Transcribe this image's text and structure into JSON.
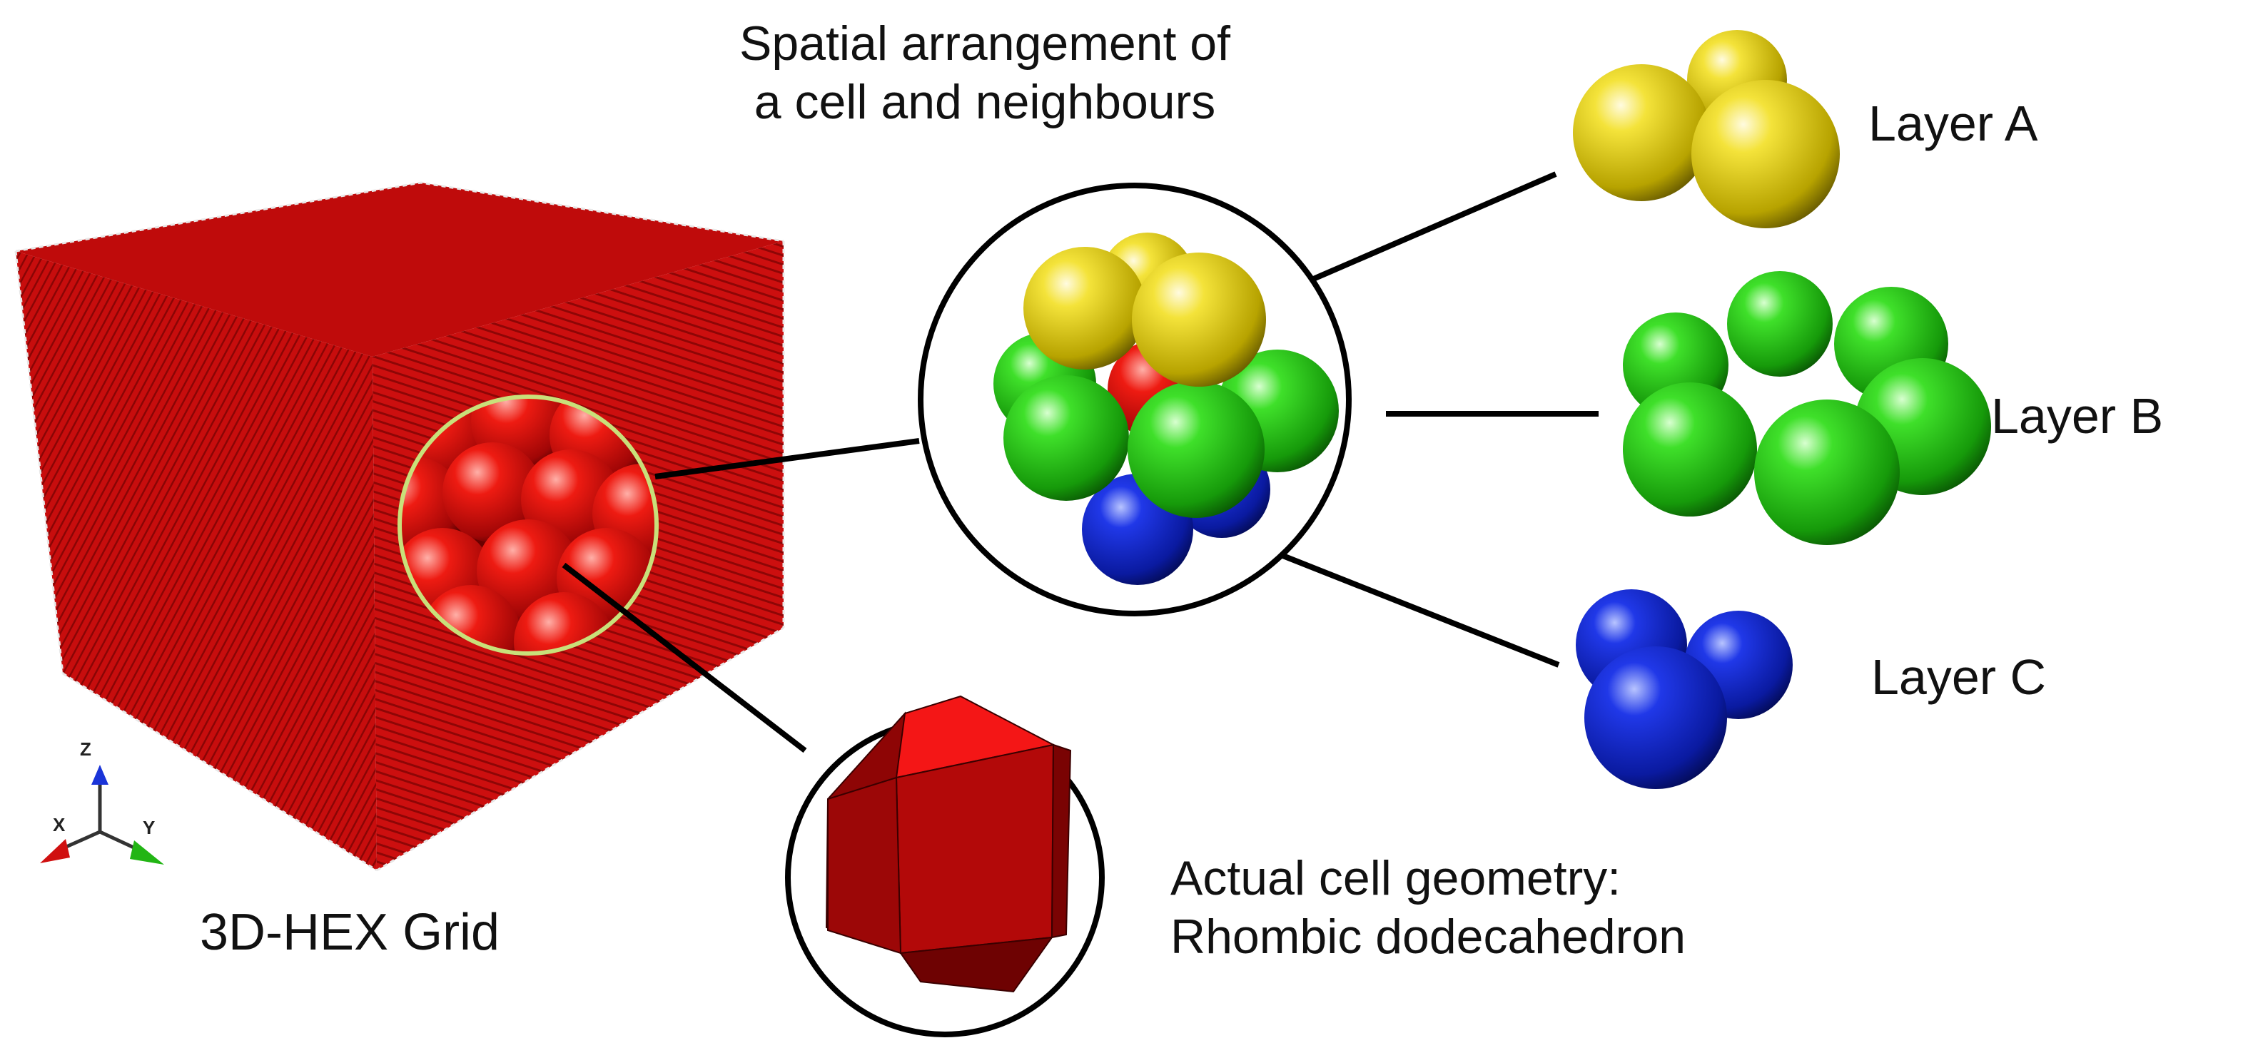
{
  "spatial_caption": [
    "Spatial arrangement of",
    "a cell and neighbours"
  ],
  "cell_geometry_caption": [
    "Actual cell geometry:",
    "Rhombic dodecahedron"
  ],
  "grid_caption": "3D-HEX Grid",
  "layers": [
    {
      "label": "Layer A",
      "color": "#e8d21a"
    },
    {
      "label": "Layer B",
      "color": "#2ecb1c"
    },
    {
      "label": "Layer C",
      "color": "#1428cc"
    }
  ],
  "center_cell_color": "#e01010",
  "grid_color": "#d40f0f",
  "axes": {
    "z": "Z",
    "x": "X",
    "y": "Y"
  }
}
